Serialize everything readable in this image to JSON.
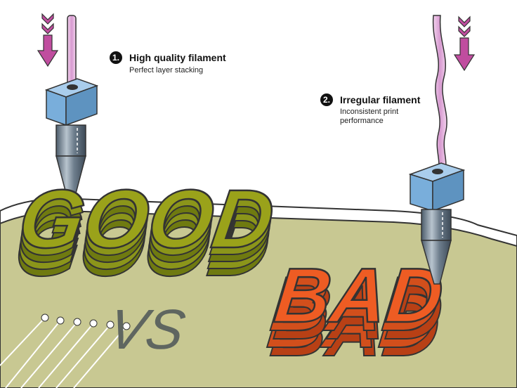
{
  "callouts": [
    {
      "number": "1.",
      "title": "High quality filament",
      "description": "Perfect layer stacking"
    },
    {
      "number": "2.",
      "title": "Irregular filament",
      "description_lines": [
        "Inconsistent print",
        "performance"
      ]
    }
  ],
  "words": {
    "good": "GOOD",
    "vs": "VS",
    "bad": "BAD"
  },
  "icons": [
    "down-arrow-icon",
    "down-arrow-icon"
  ],
  "colors": {
    "bed": "#c8c892",
    "good_text": "#9aa21a",
    "good_shadow": "#6f7a10",
    "bad_text": "#ee5c23",
    "bad_shadow": "#b84015",
    "vs_text": "#5f6660",
    "arrow": "#c04d9f",
    "nozzle_block": "#79aedb",
    "filament": "#e8b8e0"
  }
}
